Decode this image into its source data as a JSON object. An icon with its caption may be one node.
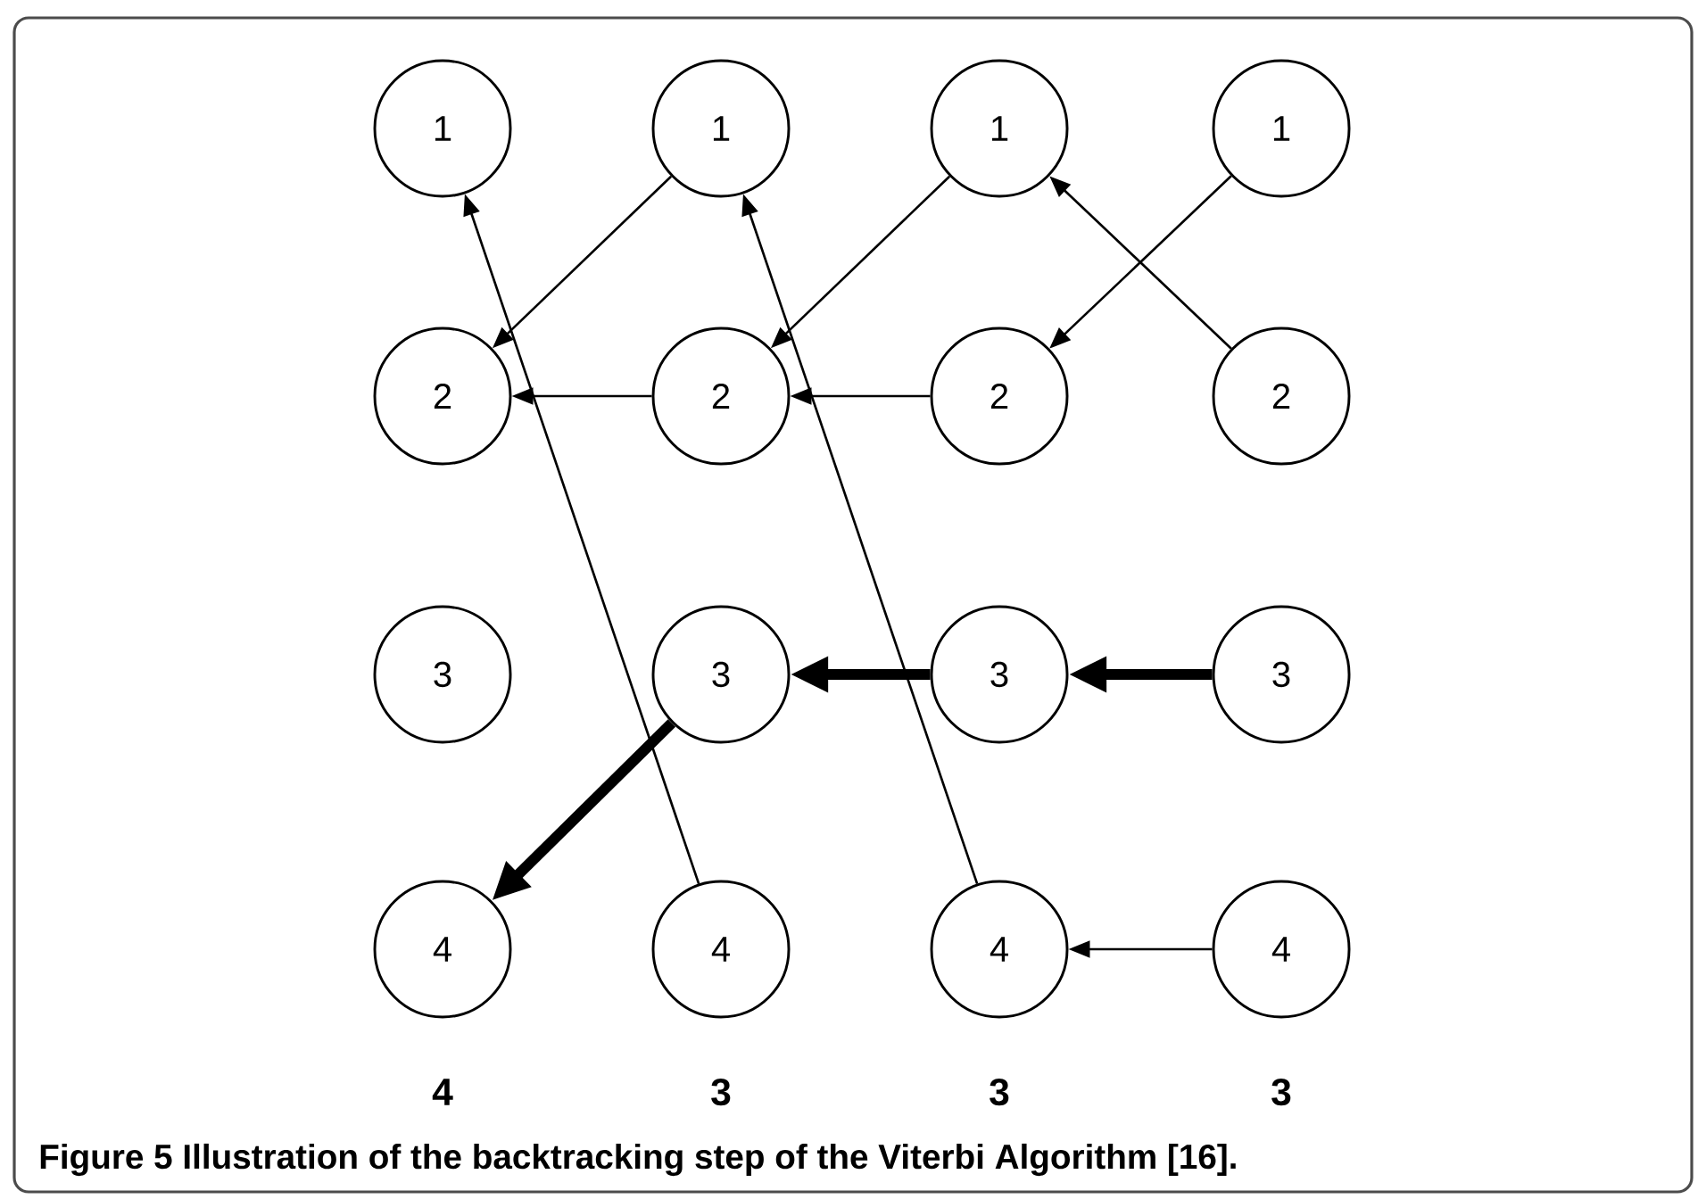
{
  "diagram": {
    "caption": "Figure 5 Illustration of the backtracking step of the Viterbi Algorithm [16].",
    "nodes": [
      {
        "text": [
          "1"
        ]
      },
      {
        "text": [
          "1"
        ]
      },
      {
        "text": [
          "1"
        ]
      },
      {
        "text": [
          "1"
        ]
      },
      {
        "text": [
          "2"
        ]
      },
      {
        "text": [
          "2"
        ]
      },
      {
        "text": [
          "2"
        ]
      },
      {
        "text": [
          "2"
        ]
      },
      {
        "text": [
          "3"
        ]
      },
      {
        "text": [
          "3"
        ]
      },
      {
        "text": [
          "3"
        ]
      },
      {
        "text": [
          "3"
        ]
      },
      {
        "text": [
          "4"
        ]
      },
      {
        "text": [
          "4"
        ]
      },
      {
        "text": [
          "4"
        ]
      },
      {
        "text": [
          "4"
        ]
      }
    ],
    "edges": [
      {
        "from": 1,
        "to": 4,
        "arrow": "to"
      },
      {
        "from": 13,
        "to": 0,
        "arrow": "to"
      },
      {
        "from": 5,
        "to": 4,
        "arrow": "to"
      },
      {
        "from": 2,
        "to": 5,
        "arrow": "to"
      },
      {
        "from": 14,
        "to": 1,
        "arrow": "to"
      },
      {
        "from": 6,
        "to": 5,
        "arrow": "to"
      },
      {
        "from": 3,
        "to": 6,
        "arrow": "to"
      },
      {
        "from": 7,
        "to": 2,
        "arrow": "to"
      },
      {
        "from": 11,
        "to": 10,
        "arrow": "to",
        "style": "thick"
      },
      {
        "from": 10,
        "to": 9,
        "arrow": "to",
        "style": "thick"
      },
      {
        "from": 9,
        "to": 12,
        "arrow": "to",
        "style": "thick"
      },
      {
        "from": 15,
        "to": 14,
        "arrow": "to"
      }
    ],
    "labels": [
      "4",
      "3",
      "3",
      "3"
    ]
  }
}
